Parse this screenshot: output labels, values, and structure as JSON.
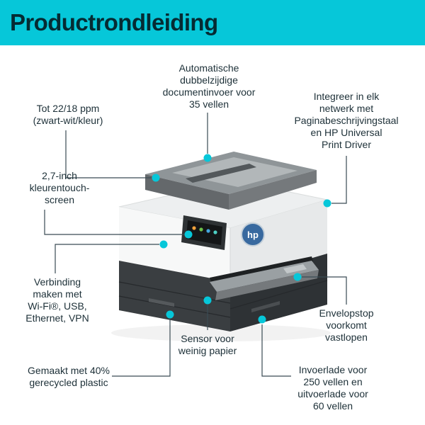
{
  "header": {
    "title": "Productrondleiding"
  },
  "colors": {
    "accent": "#06c7d9",
    "header_bg": "#06c7d9",
    "header_text": "#052b33",
    "label_text": "#1d3038",
    "line_color": "#3a4b54"
  },
  "printer": {
    "logo_text": "hp"
  },
  "callouts": [
    {
      "name": "adf",
      "text": "Automatische\ndubbelzijdige\ndocumentinvoer voor\n35 vellen"
    },
    {
      "name": "print-speed",
      "text": "Tot 22/18 ppm\n(zwart-wit/kleur)"
    },
    {
      "name": "network",
      "text": "Integreer in elk\nnetwerk met\nPaginabeschrijvingstaal\nen HP Universal\nPrint Driver"
    },
    {
      "name": "touchscreen",
      "text": "2,7-inch\nkleurentouch-\nscreen"
    },
    {
      "name": "connectivity",
      "text": "Verbinding\nmaken met\nWi-Fi®, USB,\nEthernet, VPN"
    },
    {
      "name": "envelope-stop",
      "text": "Envelopstop\nvoorkomt vastlopen"
    },
    {
      "name": "paper-sensor",
      "text": "Sensor voor\nweinig papier"
    },
    {
      "name": "recycled-plastic",
      "text": "Gemaakt met 40%\ngerecycled plastic"
    },
    {
      "name": "trays",
      "text": "Invoerlade voor\n250 vellen en\nuitvoerlade voor\n60 vellen"
    }
  ]
}
